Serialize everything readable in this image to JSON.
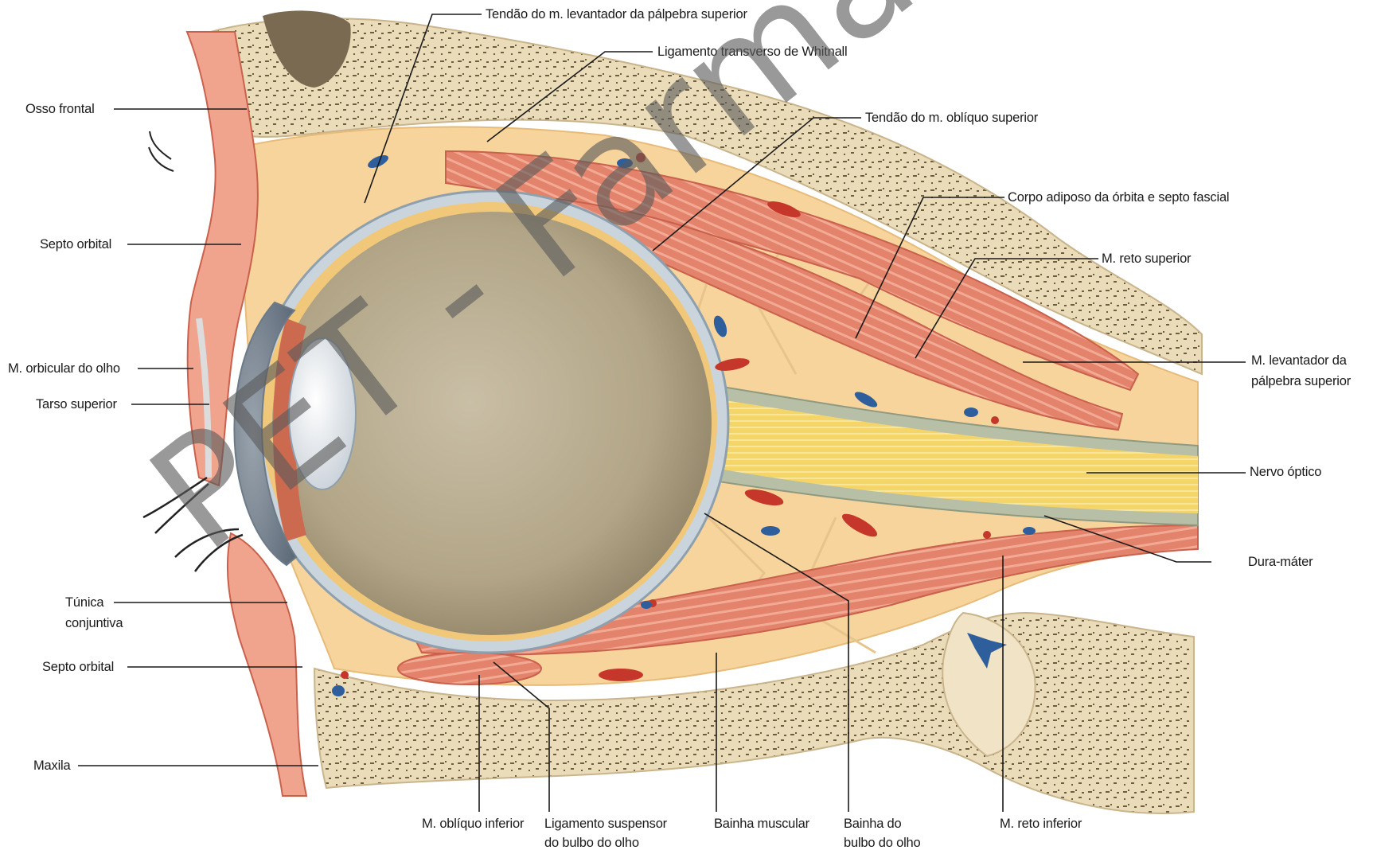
{
  "labels": {
    "tendao_levantador": "Tendão do m. levantador da pálpebra superior",
    "ligamento_whitnall": "Ligamento transverso de Whitnall",
    "tendao_obliquo_superior": "Tendão do m. oblíquo superior",
    "corpo_adiposo": "Corpo adiposo da órbita e septo fascial",
    "reto_superior": "M. reto superior",
    "levantador_linha1": "M. levantador da",
    "levantador_linha2": "pálpebra superior",
    "nervo_optico": "Nervo óptico",
    "dura_mater": "Dura-máter",
    "osso_frontal": "Osso frontal",
    "septo_orbital_sup": "Septo orbital",
    "orbicular": "M. orbicular do olho",
    "tarso_superior": "Tarso superior",
    "tunica_linha1": "Túnica",
    "tunica_linha2": "conjuntiva",
    "septo_orbital_inf": "Septo orbital",
    "maxila": "Maxila",
    "obliquo_inferior": "M. oblíquo inferior",
    "ligamento_suspensor_linha1": "Ligamento suspensor",
    "ligamento_suspensor_linha2": "do bulbo do olho",
    "bainha_muscular": "Bainha muscular",
    "bainha_bulbo_linha1": "Bainha do",
    "bainha_bulbo_linha2": "bulbo do olho",
    "reto_inferior": "M. reto inferior"
  },
  "watermark": "PET - Farmácia",
  "colors": {
    "bone": "#efe2c4",
    "bone_spots": "#7a6a4a",
    "fat": "#f7d9a0",
    "muscle": "#e58a73",
    "muscle_stripe": "#f3b7a4",
    "sclera": "#c9d4dc",
    "eye_interior": "#b8ab8e",
    "nerve": "#f2cf5a",
    "dura": "#b7bfa6",
    "artery": "#c4372a",
    "vein": "#2f5e9c",
    "watermark": "#5a5a5a"
  }
}
